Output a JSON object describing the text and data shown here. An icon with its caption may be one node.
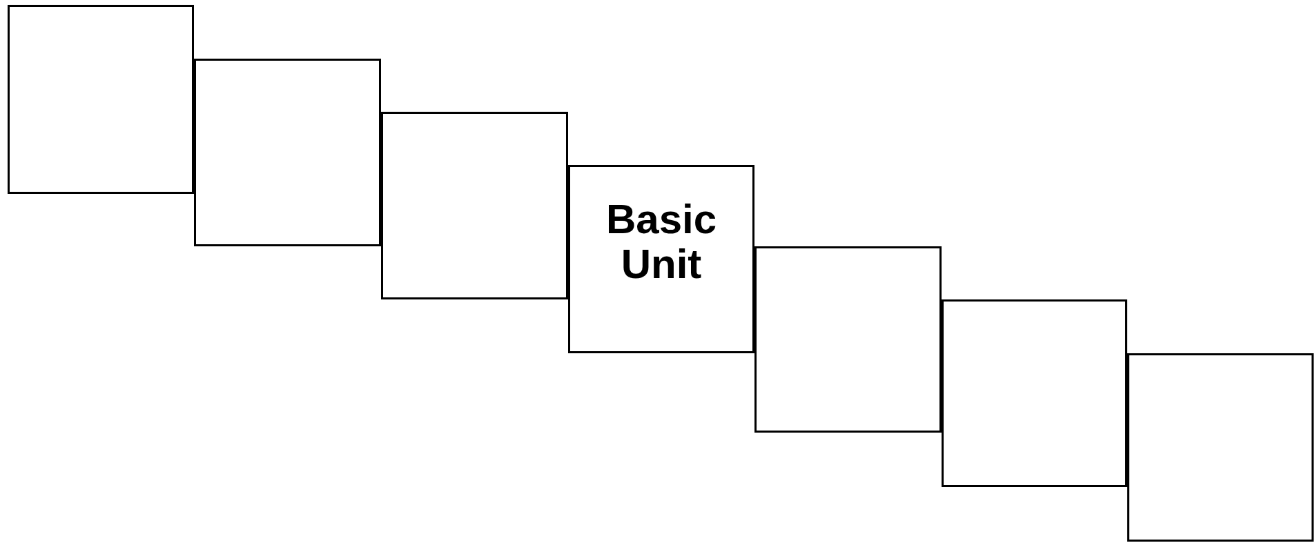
{
  "diagram": {
    "nodes": [
      {
        "text": [],
        "shape": "box"
      },
      {
        "text": [],
        "shape": "box"
      },
      {
        "text": [],
        "shape": "box"
      },
      {
        "text": [
          "Basic Unit"
        ]
      },
      {
        "text": [],
        "shape": "box"
      },
      {
        "text": [],
        "shape": "box"
      },
      {
        "text": [],
        "shape": "box"
      }
    ]
  }
}
